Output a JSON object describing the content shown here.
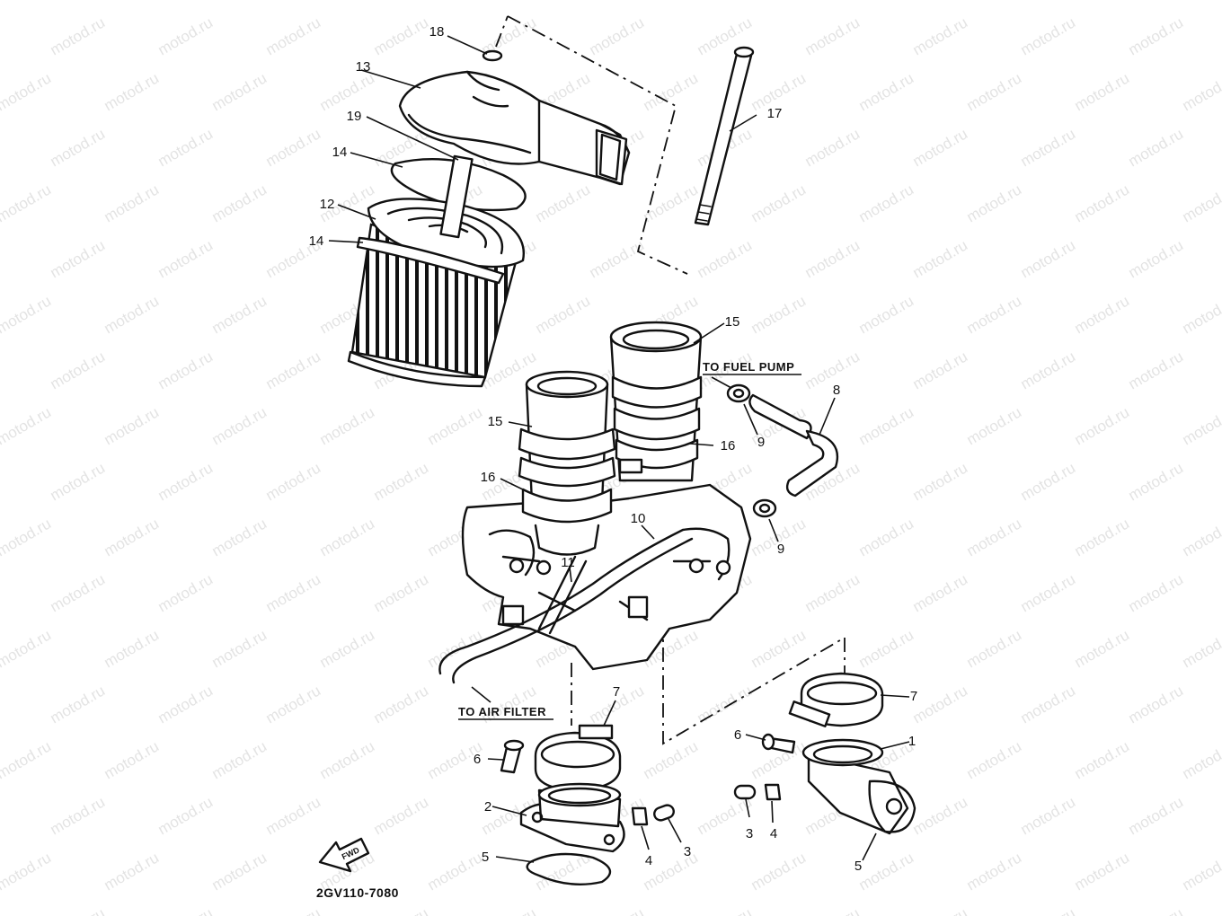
{
  "diagram": {
    "part_code": "2GV110-7080",
    "watermark_text": "motod.ru",
    "notes": {
      "to_fuel_pump": "TO FUEL PUMP",
      "to_air_filter": "TO AIR FILTER"
    },
    "forward_arrow": {
      "label": "FWD",
      "icon": "forward-arrow-icon"
    },
    "callouts": [
      {
        "id": "c18",
        "label": "18"
      },
      {
        "id": "c13",
        "label": "13"
      },
      {
        "id": "c19",
        "label": "19"
      },
      {
        "id": "c14a",
        "label": "14"
      },
      {
        "id": "c12",
        "label": "12"
      },
      {
        "id": "c14b",
        "label": "14"
      },
      {
        "id": "c17",
        "label": "17"
      },
      {
        "id": "c15a",
        "label": "15"
      },
      {
        "id": "c15b",
        "label": "15"
      },
      {
        "id": "c16a",
        "label": "16"
      },
      {
        "id": "c16b",
        "label": "16"
      },
      {
        "id": "c8",
        "label": "8"
      },
      {
        "id": "c9a",
        "label": "9"
      },
      {
        "id": "c9b",
        "label": "9"
      },
      {
        "id": "c10",
        "label": "10"
      },
      {
        "id": "c11",
        "label": "11"
      },
      {
        "id": "c7a",
        "label": "7"
      },
      {
        "id": "c7b",
        "label": "7"
      },
      {
        "id": "c6a",
        "label": "6"
      },
      {
        "id": "c6b",
        "label": "6"
      },
      {
        "id": "c1",
        "label": "1"
      },
      {
        "id": "c2",
        "label": "2"
      },
      {
        "id": "c3a",
        "label": "3"
      },
      {
        "id": "c3b",
        "label": "3"
      },
      {
        "id": "c4a",
        "label": "4"
      },
      {
        "id": "c4b",
        "label": "4"
      },
      {
        "id": "c5a",
        "label": "5"
      },
      {
        "id": "c5b",
        "label": "5"
      }
    ]
  }
}
